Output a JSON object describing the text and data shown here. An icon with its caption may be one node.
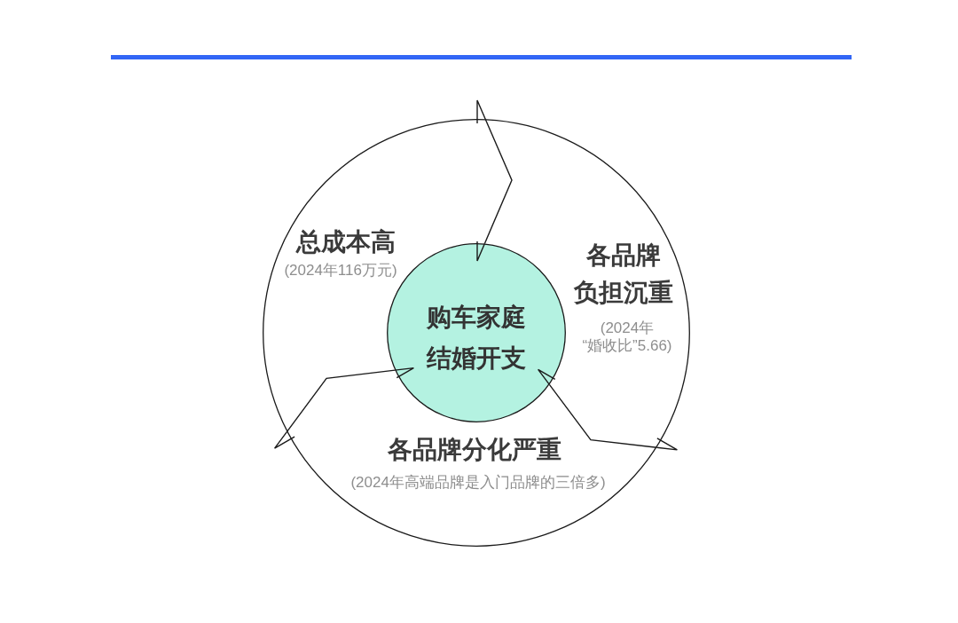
{
  "diagram": {
    "nodes": [
      {
        "text": [
          "总成本高",
          "(2024年116万元)",
          "各品牌负担沉重",
          "(2024年“婚收比”5.66)",
          "各品牌分化严重",
          "(2024年高端品牌是入门品牌的三倍多)"
        ]
      },
      {
        "text": [
          "购车家庭结婚开支"
        ],
        "in": 0
      }
    ],
    "edges": [
      {
        "from": 0,
        "to": 1,
        "arrow": "both"
      },
      {
        "from": 0,
        "to": 1,
        "arrow": "both"
      },
      {
        "from": 0,
        "to": 1,
        "arrow": "both"
      }
    ]
  }
}
